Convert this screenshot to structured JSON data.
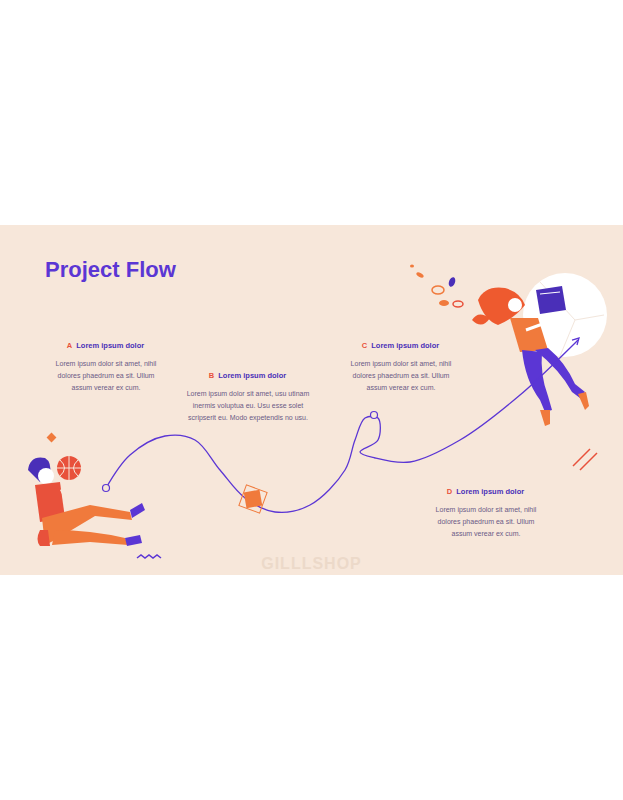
{
  "diagram": {
    "title": "Project Flow",
    "nodes": [
      {
        "text": [
          "A",
          "Lorem ipsum dolor",
          "Lorem ipsum dolor sit amet, nihil dolores phaedrum ea sit. Ullum assum verear ex cum."
        ]
      },
      {
        "text": [
          "B",
          "Lorem ipsum dolor",
          "Lorem ipsum dolor sit amet, usu utinam inermis voluptua eu. Usu esse solet scripserit eu. Modo expetendis no usu."
        ]
      },
      {
        "text": [
          "C",
          "Lorem ipsum dolor",
          "Lorem ipsum dolor sit amet, nihil dolores phaedrum ea sit. Ullum assum verear ex cum."
        ]
      },
      {
        "text": [
          "D",
          "Lorem ipsum dolor",
          "Lorem ipsum dolor sit amet, nihil dolores phaedrum ea sit. Ullum assum verear ex cum."
        ]
      }
    ],
    "labels": [
      "GILLLSHOP"
    ]
  }
}
